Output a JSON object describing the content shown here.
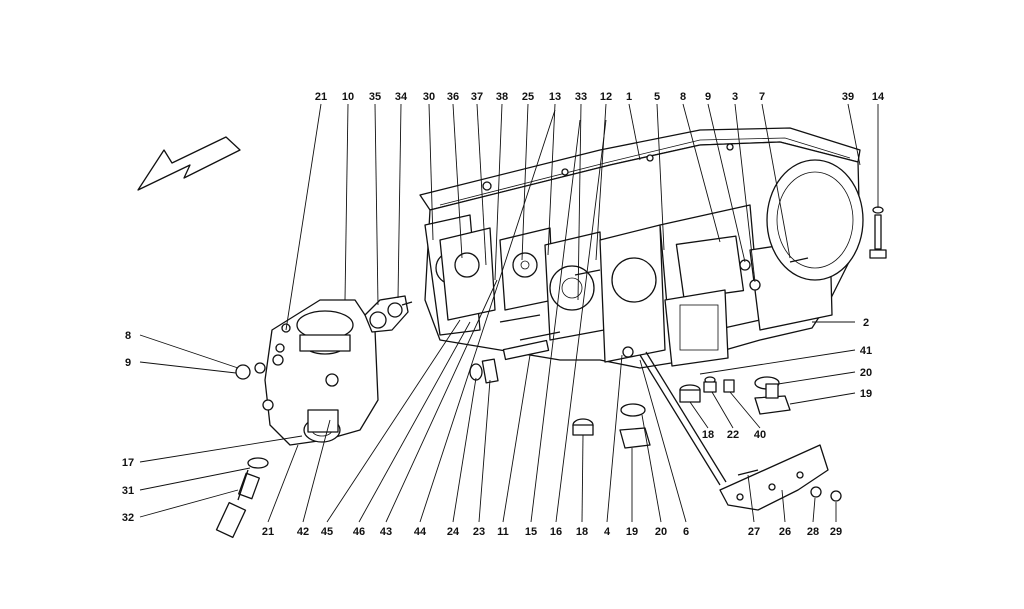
{
  "diagram": {
    "top_labels": [
      "21",
      "10",
      "35",
      "34",
      "30",
      "36",
      "37",
      "38",
      "25",
      "13",
      "33",
      "12",
      "1",
      "5",
      "8",
      "9",
      "3",
      "7",
      "39",
      "14"
    ],
    "bottom_labels": [
      "21",
      "42",
      "45",
      "46",
      "43",
      "44",
      "24",
      "23",
      "11",
      "15",
      "16",
      "18",
      "4",
      "19",
      "20",
      "6",
      "27",
      "26",
      "28",
      "29"
    ],
    "left_labels": [
      "8",
      "9",
      "17",
      "31",
      "32"
    ],
    "right_labels": [
      "2",
      "41",
      "20",
      "19"
    ],
    "mid_labels": [
      "18",
      "22",
      "40"
    ]
  }
}
